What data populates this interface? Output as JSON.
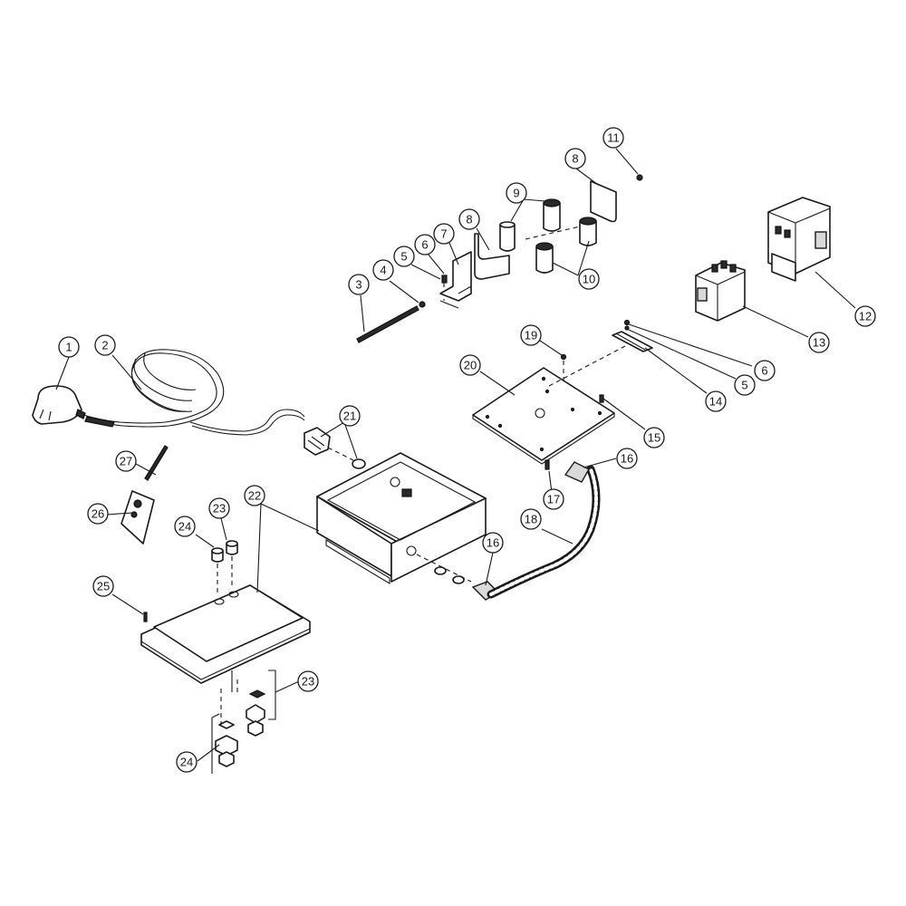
{
  "callouts": [
    {
      "id": "c1",
      "label": "1"
    },
    {
      "id": "c2",
      "label": "2"
    },
    {
      "id": "c3",
      "label": "3"
    },
    {
      "id": "c4",
      "label": "4"
    },
    {
      "id": "c5a",
      "label": "5"
    },
    {
      "id": "c6a",
      "label": "6"
    },
    {
      "id": "c7",
      "label": "7"
    },
    {
      "id": "c8a",
      "label": "8"
    },
    {
      "id": "c8b",
      "label": "8"
    },
    {
      "id": "c9",
      "label": "9"
    },
    {
      "id": "c10",
      "label": "10"
    },
    {
      "id": "c11",
      "label": "11"
    },
    {
      "id": "c12",
      "label": "12"
    },
    {
      "id": "c13",
      "label": "13"
    },
    {
      "id": "c6b",
      "label": "6"
    },
    {
      "id": "c5b",
      "label": "5"
    },
    {
      "id": "c14",
      "label": "14"
    },
    {
      "id": "c15",
      "label": "15"
    },
    {
      "id": "c16a",
      "label": "16"
    },
    {
      "id": "c16b",
      "label": "16"
    },
    {
      "id": "c17",
      "label": "17"
    },
    {
      "id": "c18",
      "label": "18"
    },
    {
      "id": "c19",
      "label": "19"
    },
    {
      "id": "c20",
      "label": "20"
    },
    {
      "id": "c21",
      "label": "21"
    },
    {
      "id": "c22",
      "label": "22"
    },
    {
      "id": "c23a",
      "label": "23"
    },
    {
      "id": "c23b",
      "label": "23"
    },
    {
      "id": "c24a",
      "label": "24"
    },
    {
      "id": "c24b",
      "label": "24"
    },
    {
      "id": "c25",
      "label": "25"
    },
    {
      "id": "c26",
      "label": "26"
    },
    {
      "id": "c27",
      "label": "27"
    }
  ],
  "colors": {
    "line": "#1a1a1a",
    "background": "#ffffff"
  }
}
